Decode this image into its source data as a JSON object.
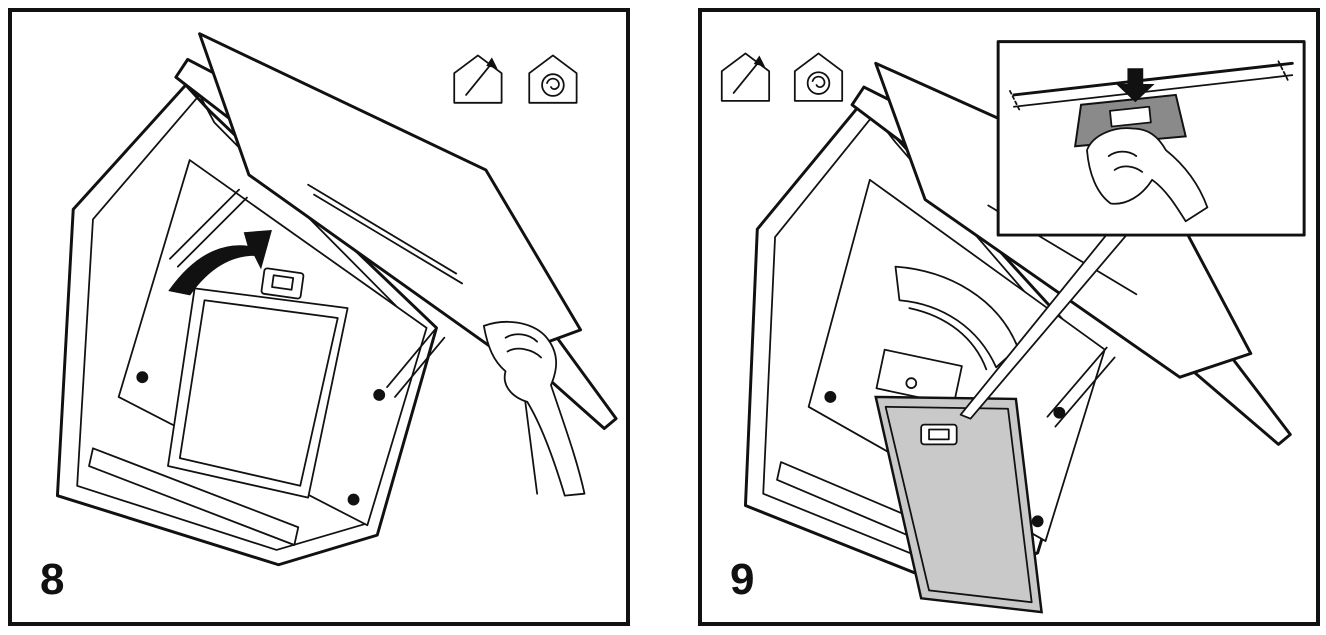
{
  "steps": [
    {
      "number": "8",
      "action": "raise-panel"
    },
    {
      "number": "9",
      "action": "remove-grease-filter"
    }
  ],
  "icons": [
    "ducted-extraction-house-icon",
    "recirculation-house-icon"
  ],
  "colors": {
    "line": "#111111",
    "background": "#ffffff",
    "filter_fill": "#c9c9c9",
    "handle_fill": "#8a8a8a"
  }
}
